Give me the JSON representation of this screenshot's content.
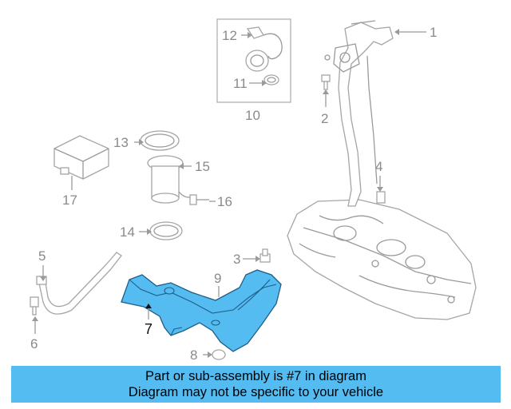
{
  "callouts": {
    "c1": "1",
    "c2": "2",
    "c3": "3",
    "c4": "4",
    "c5": "5",
    "c6": "6",
    "c7": "7",
    "c8": "8",
    "c9": "9",
    "c10": "10",
    "c11": "11",
    "c12": "12",
    "c13": "13",
    "c14": "14",
    "c15": "15",
    "c16": "16",
    "c17": "17"
  },
  "colors": {
    "highlight": "#55bcf2",
    "line_art": "#a5a5a5",
    "banner_bg": "#55bcf2"
  },
  "banner": {
    "line1": "Part or sub-assembly is #7 in diagram",
    "line2": "Diagram may not be specific to your vehicle"
  }
}
